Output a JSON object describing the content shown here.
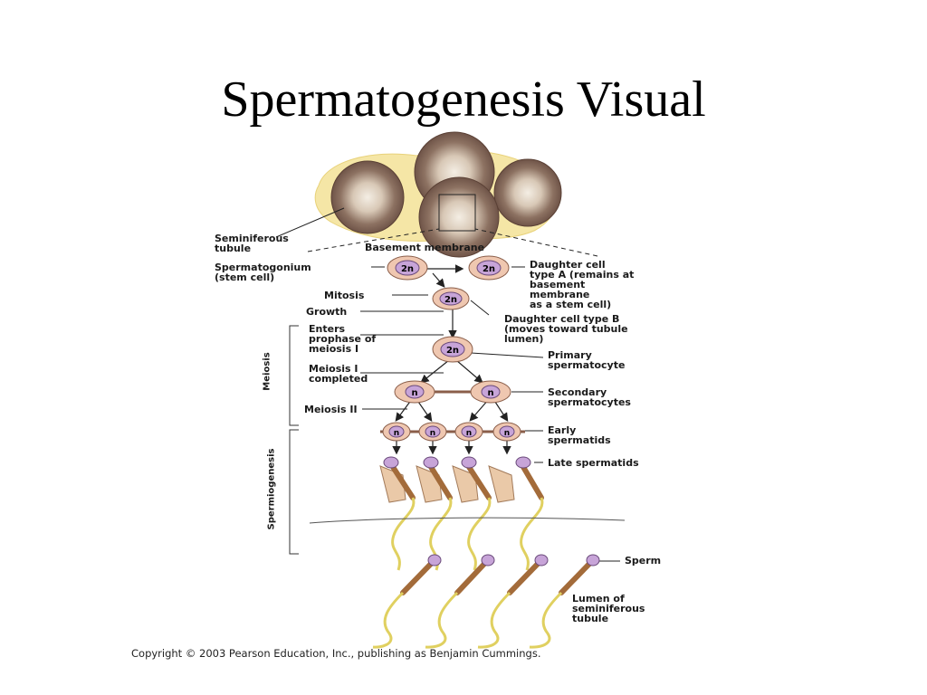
{
  "slide": {
    "title": "Spermatogenesis Visual",
    "copyright": "Copyright © 2003 Pearson Education, Inc., publishing as Benjamin Cummings."
  },
  "diagram": {
    "labels": {
      "seminiferous_tubule": "Seminiferous\ntubule",
      "basement_membrane": "Basement membrane",
      "spermatogonium": "Spermatogonium\n(stem cell)",
      "daughter_a": "Daughter cell\ntype A (remains at\nbasement\nmembrane\nas a stem cell)",
      "mitosis": "Mitosis",
      "growth": "Growth",
      "daughter_b": "Daughter cell type B\n(moves toward tubule\nlumen)",
      "enters_prophase": "Enters\nprophase of\nmeiosis I",
      "primary": "Primary\nspermatocyte",
      "meiosis_i_completed": "Meiosis I\ncompleted",
      "secondary": "Secondary\nspermatocytes",
      "meiosis_ii": "Meiosis II",
      "early_spermatids": "Early\nspermatids",
      "late_spermatids": "Late spermatids",
      "sperm": "Sperm",
      "lumen": "Lumen of\nseminiferous\ntubule",
      "meiosis_bracket": "Meiosis",
      "spermiogenesis_bracket": "Spermiogenesis"
    },
    "cell_labels": {
      "diploid": "2n",
      "haploid": "n"
    },
    "colors": {
      "tissue": "#f3e3a0",
      "cell_fill": "#efc7b0",
      "nucleus": "#c7a4d8",
      "tail": "#e4d66a",
      "midpiece": "#a36b3a"
    }
  }
}
